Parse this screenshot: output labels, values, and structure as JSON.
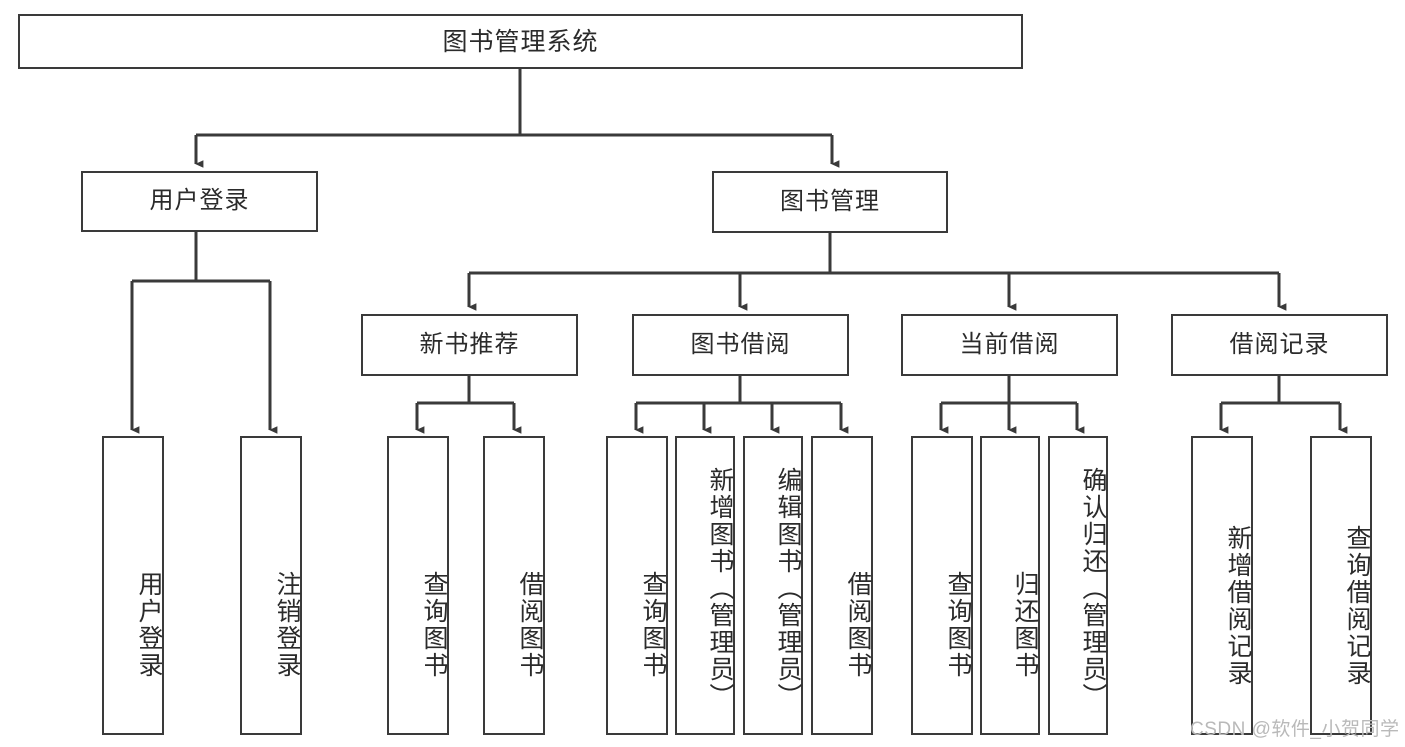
{
  "diagram": {
    "title": "图书管理系统",
    "type": "tree-hierarchy",
    "background": "#ffffff",
    "line_color": "#3a3a3a",
    "box_border_color": "#3a3a3a",
    "text_color": "#2b2b2b"
  },
  "nodes": {
    "root": {
      "label": "图书管理系统"
    },
    "level1": [
      {
        "label": "用户登录"
      },
      {
        "label": "图书管理"
      }
    ],
    "level2": [
      {
        "label": "新书推荐"
      },
      {
        "label": "图书借阅"
      },
      {
        "label": "当前借阅"
      },
      {
        "label": "借阅记录"
      }
    ],
    "leaves": {
      "user_login": [
        {
          "label": "用户登录"
        },
        {
          "label": "注销登录"
        }
      ],
      "new_book_recommend": [
        {
          "label": "查询图书"
        },
        {
          "label": "借阅图书"
        }
      ],
      "book_borrow": [
        {
          "label": "查询图书"
        },
        {
          "label": "新增图书（管理员）"
        },
        {
          "label": "编辑图书（管理员）"
        },
        {
          "label": "借阅图书"
        }
      ],
      "current_borrow": [
        {
          "label": "查询图书"
        },
        {
          "label": "归还图书"
        },
        {
          "label": "确认归还（管理员）"
        }
      ],
      "borrow_record": [
        {
          "label": "新增借阅记录"
        },
        {
          "label": "查询借阅记录"
        }
      ]
    }
  },
  "watermark": {
    "text": "CSDN @软件_小贺同学"
  }
}
